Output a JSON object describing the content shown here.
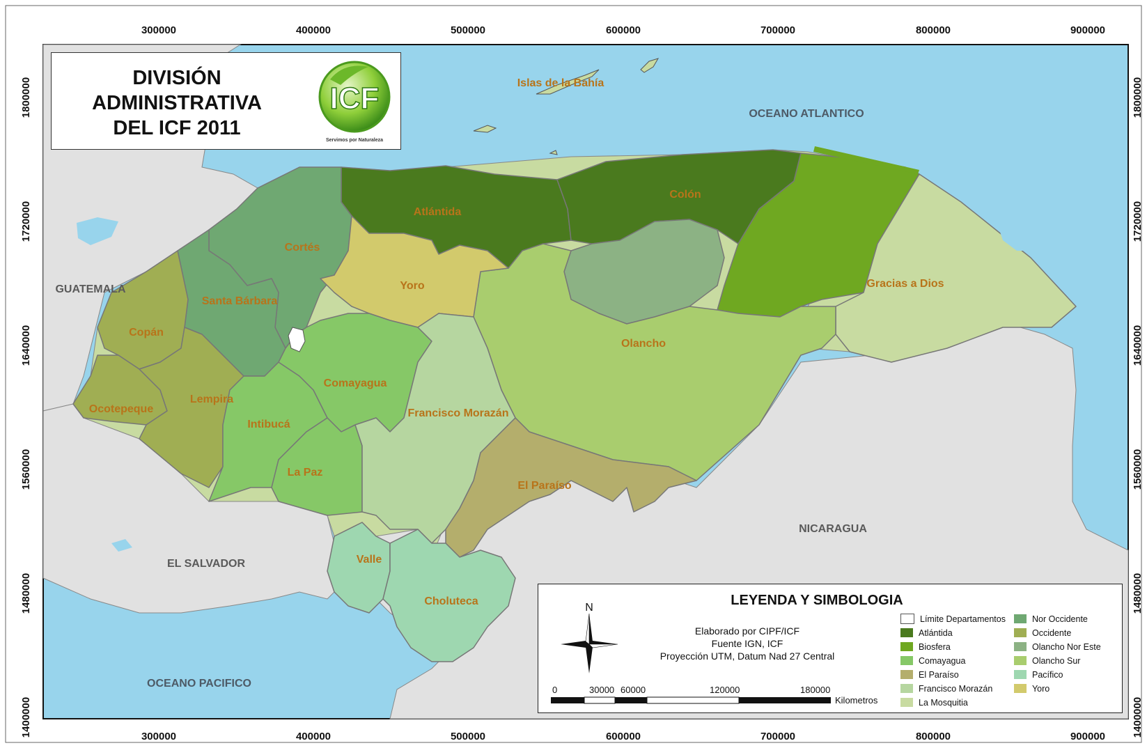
{
  "title": {
    "line1": "DIVISIÓN",
    "line2": "ADMINISTRATIVA",
    "line3": "DEL ICF 2011"
  },
  "logo": {
    "text": "ICF",
    "caption": "Servimos por Naturaleza"
  },
  "axes": {
    "x_ticks": [
      "300000",
      "400000",
      "500000",
      "600000",
      "700000",
      "800000",
      "900000"
    ],
    "y_ticks": [
      "1800000",
      "1720000",
      "1640000",
      "1560000",
      "1480000",
      "1400000"
    ]
  },
  "map_labels": {
    "islands": "Islas de la Bahía",
    "ocean_atlantic": "OCEANO ATLANTICO",
    "ocean_pacific": "OCEANO PACIFICO",
    "guatemala": "GUATEMALA",
    "el_salvador": "EL SALVADOR",
    "nicaragua": "NICARAGUA",
    "atlantida": "Atlántida",
    "colon": "Colón",
    "cortes": "Cortés",
    "yoro": "Yoro",
    "santa_barbara": "Santa Bárbara",
    "copan": "Copán",
    "gracias_a_dios": "Gracias a Dios",
    "olancho": "Olancho",
    "comayagua": "Comayagua",
    "lempira": "Lempira",
    "ocotepeque": "Ocotepeque",
    "intibuca": "Intibucá",
    "francisco_morazan": "Francisco Morazán",
    "la_paz": "La Paz",
    "el_paraiso": "El Paraíso",
    "valle": "Valle",
    "choluteca": "Choluteca"
  },
  "legend": {
    "title": "LEYENDA Y SIMBOLOGIA",
    "credits": [
      "Elaborado por CIPF/ICF",
      "Fuente IGN, ICF",
      "Proyección UTM, Datum Nad 27 Central"
    ],
    "north": "N",
    "scale_ticks": [
      "0",
      "30000",
      "60000",
      "120000",
      "180000"
    ],
    "scale_unit": "Kilometros",
    "items_col1": [
      {
        "label": "Límite Departamentos",
        "color": "#ffffff"
      },
      {
        "label": "Atlántida",
        "color": "#4a7a1e"
      },
      {
        "label": "Biosfera",
        "color": "#6fa821"
      },
      {
        "label": "Comayagua",
        "color": "#86c867"
      },
      {
        "label": "El Paraíso",
        "color": "#b4ae6c"
      },
      {
        "label": "Francisco Morazán",
        "color": "#b6d6a0"
      },
      {
        "label": "La Mosquitia",
        "color": "#c8dba1"
      }
    ],
    "items_col2": [
      {
        "label": "Nor Occidente",
        "color": "#6fa872"
      },
      {
        "label": "Occidente",
        "color": "#a0ae53"
      },
      {
        "label": "Olancho Nor Este",
        "color": "#8cb284"
      },
      {
        "label": "Olancho Sur",
        "color": "#a9cd6e"
      },
      {
        "label": "Pacífico",
        "color": "#9ed7b0"
      },
      {
        "label": "Yoro",
        "color": "#d2ca6c"
      }
    ]
  },
  "colors": {
    "water": "#98d4ec",
    "neighbor_land": "#e1e1e1",
    "border": "#777777"
  }
}
